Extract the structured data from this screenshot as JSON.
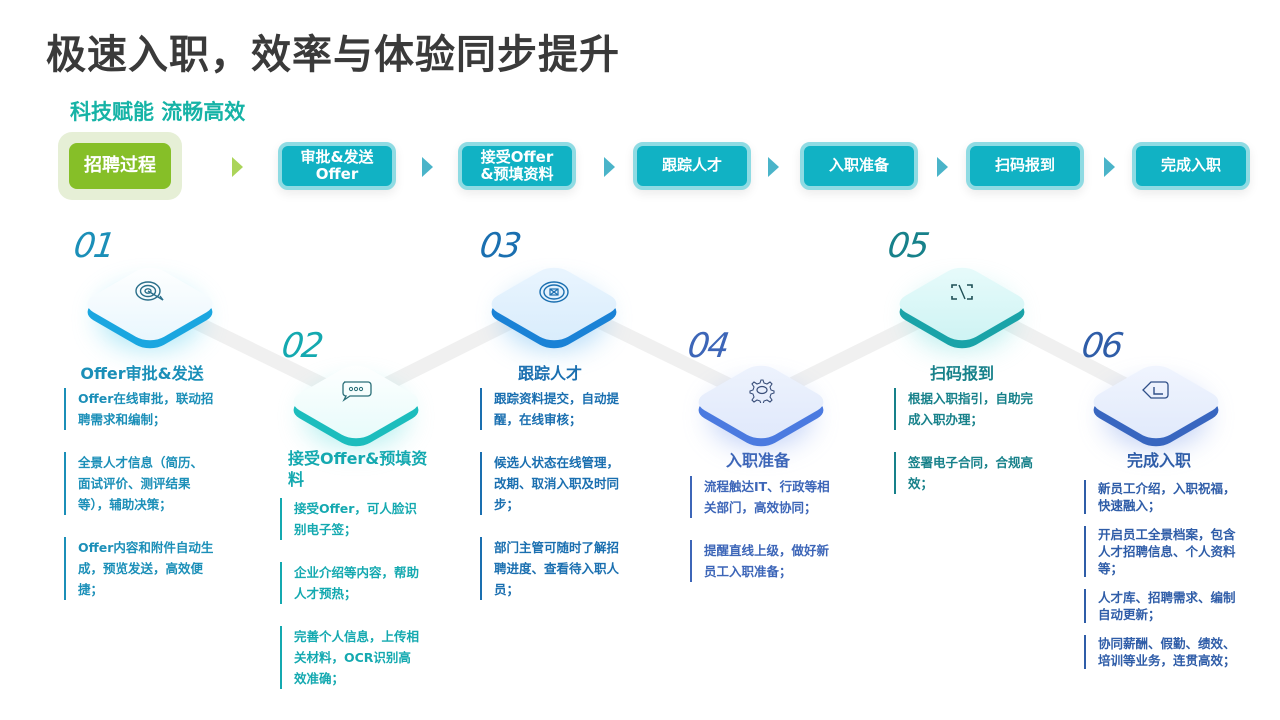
{
  "header": {
    "title": "极速入职，效率与体验同步提升",
    "subtitle": "科技赋能 流畅高效"
  },
  "process_bar": {
    "start_label": "招聘过程",
    "steps": [
      {
        "line1": "审批&发送",
        "line2": "Offer"
      },
      {
        "line1": "接受Offer",
        "line2": "&预填资料"
      },
      {
        "line1": "跟踪人才",
        "line2": ""
      },
      {
        "line1": "入职准备",
        "line2": ""
      },
      {
        "line1": "扫码报到",
        "line2": ""
      },
      {
        "line1": "完成入职",
        "line2": ""
      }
    ]
  },
  "colors": {
    "green": "#86bf28",
    "teal": "#11b2c4",
    "s1": "#1b8fb8",
    "s2": "#14a9b0",
    "s3": "#1a6fb0",
    "s4": "#3d66b8",
    "s5": "#17818a",
    "s6": "#2f5da8"
  },
  "stages": [
    {
      "number": "01",
      "icon": "target-icon",
      "title": "Offer审批&发送",
      "bullets": [
        "Offer在线审批，联动招聘需求和编制；",
        "全景人才信息（简历、面试评价、测评结果等），辅助决策；",
        "Offer内容和附件自动生成，预览发送，高效便捷；"
      ]
    },
    {
      "number": "02",
      "icon": "chat-bubble-icon",
      "title": "接受Offer&预填资料",
      "bullets": [
        "接受Offer，可人脸识别电子签；",
        "企业介绍等内容，帮助人才预热；",
        "完善个人信息，上传相关材料，OCR识别高效准确；"
      ]
    },
    {
      "number": "03",
      "icon": "tracking-icon",
      "title": "跟踪人才",
      "bullets": [
        "跟踪资料提交，自动提醒，在线审核；",
        "候选人状态在线管理，改期、取消入职及时同步；",
        "部门主管可随时了解招聘进度、查看待入职人员；"
      ]
    },
    {
      "number": "04",
      "icon": "gear-icon",
      "title": "入职准备",
      "bullets": [
        "流程触达IT、行政等相关部门，高效协同；",
        "提醒直线上级，做好新员工入职准备；"
      ]
    },
    {
      "number": "05",
      "icon": "scan-icon",
      "title": "扫码报到",
      "bullets": [
        "根据入职指引，自助完成入职办理；",
        "签署电子合同，合规高效；"
      ]
    },
    {
      "number": "06",
      "icon": "check-tag-icon",
      "title": "完成入职",
      "bullets": [
        "新员工介绍，入职祝福，快速融入；",
        "开启员工全景档案，包含人才招聘信息、个人资料等；",
        "人才库、招聘需求、编制自动更新；",
        "协同薪酬、假勤、绩效、培训等业务，连贯高效；"
      ]
    }
  ]
}
